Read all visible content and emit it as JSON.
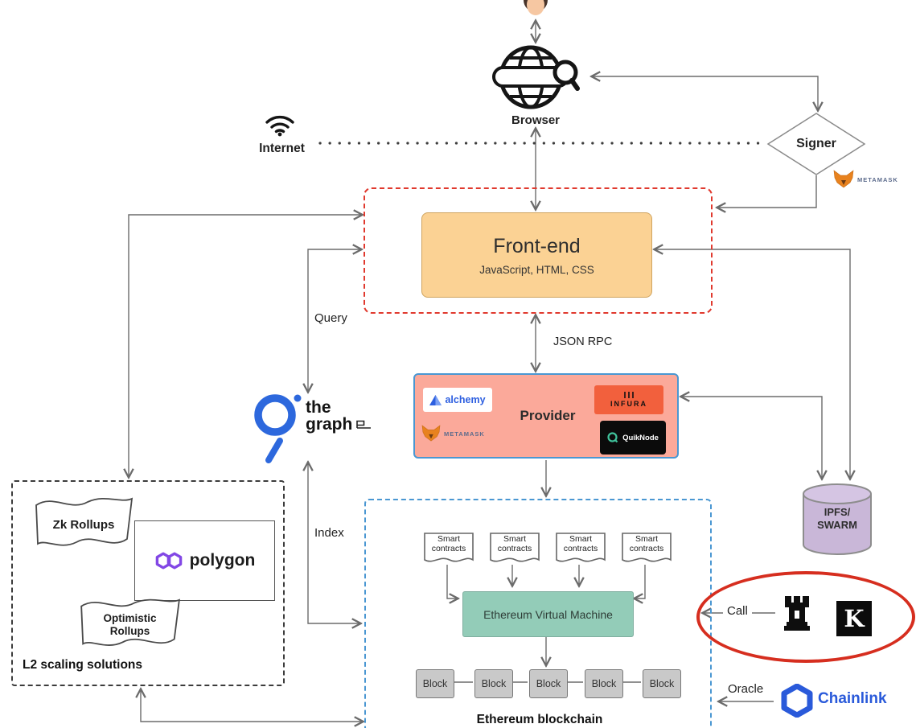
{
  "browser": {
    "label": "Browser"
  },
  "internet": {
    "label": "Internet"
  },
  "signer": {
    "label": "Signer",
    "metamask": "METAMASK"
  },
  "frontend": {
    "title": "Front-end",
    "subtitle": "JavaScript, HTML, CSS"
  },
  "labels": {
    "query": "Query",
    "json_rpc": "JSON RPC",
    "index": "Index",
    "call": "Call",
    "oracle": "Oracle"
  },
  "provider": {
    "title": "Provider",
    "alchemy": "alchemy",
    "infura": "INFURA",
    "metamask": "METAMASK",
    "quiknode": "QuikNode"
  },
  "thegraph": {
    "line1": "the",
    "line2": "graph"
  },
  "ipfs": {
    "line1": "IPFS/",
    "line2": "SWARM"
  },
  "l2": {
    "title": "L2 scaling solutions",
    "zk_rollups": "Zk Rollups",
    "optimistic_rollups": "Optimistic Rollups",
    "polygon": "polygon"
  },
  "ethereum": {
    "title": "Ethereum blockchain",
    "evm": "Ethereum Virtual Machine",
    "smart_contracts": [
      "Smart contracts",
      "Smart contracts",
      "Smart contracts",
      "Smart contracts"
    ],
    "blocks": [
      "Block",
      "Block",
      "Block",
      "Block",
      "Block"
    ]
  },
  "oracle": {
    "chainlink": "Chainlink",
    "keeper_k": "K"
  },
  "colors": {
    "frontend_fill": "#fbd294",
    "provider_fill": "#fba99a",
    "evm_fill": "#93ccb8",
    "block_fill": "#c9c9c9",
    "ipfs_fill": "#c9b7d8",
    "annotation_red": "#d62e1f",
    "dashed_red": "#e0392e",
    "dashed_blue": "#4a97d2",
    "chainlink_blue": "#2a5ada",
    "polygon_purple": "#8247e5",
    "graph_blue": "#2d68dd",
    "infura_orange": "#f2603d",
    "metamask_orange": "#e8821e",
    "wire_gray": "#6b6b6b"
  }
}
